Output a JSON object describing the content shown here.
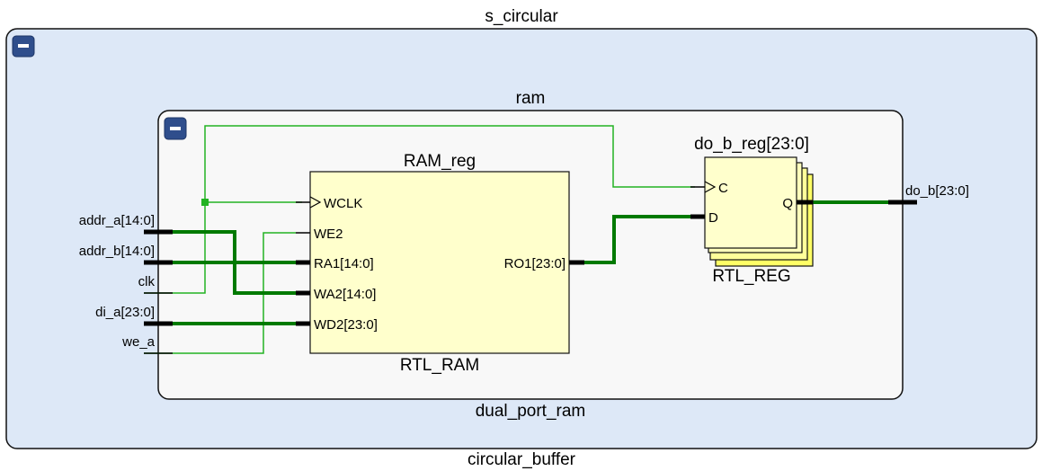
{
  "outer": {
    "title": "s_circular",
    "footer": "circular_buffer"
  },
  "inner": {
    "title": "ram",
    "footer": "dual_port_ram"
  },
  "ram_block": {
    "name": "RAM_reg",
    "type": "RTL_RAM",
    "pins": {
      "wclk": "WCLK",
      "we2": "WE2",
      "ra1": "RA1[14:0]",
      "wa2": "WA2[14:0]",
      "wd2": "WD2[23:0]",
      "ro1": "RO1[23:0]"
    }
  },
  "reg_block": {
    "name": "do_b_reg[23:0]",
    "type": "RTL_REG",
    "pins": {
      "c": "C",
      "d": "D",
      "q": "Q"
    }
  },
  "ports": {
    "inputs": [
      "addr_a[14:0]",
      "addr_b[14:0]",
      "clk",
      "di_a[23:0]",
      "we_a"
    ],
    "output": "do_b[23:0]"
  },
  "colors": {
    "outer_fill": "#dde8f7",
    "inner_fill": "#f8f8f8",
    "cell_fill": "#ffffcc",
    "reg_stack_fill": "#ffff66",
    "wire": "#22b322",
    "bus": "#007a00",
    "collapse_button": "#2f4e8c"
  },
  "icons": {
    "collapse": "minus-icon",
    "clock": "clock-triangle-icon"
  }
}
